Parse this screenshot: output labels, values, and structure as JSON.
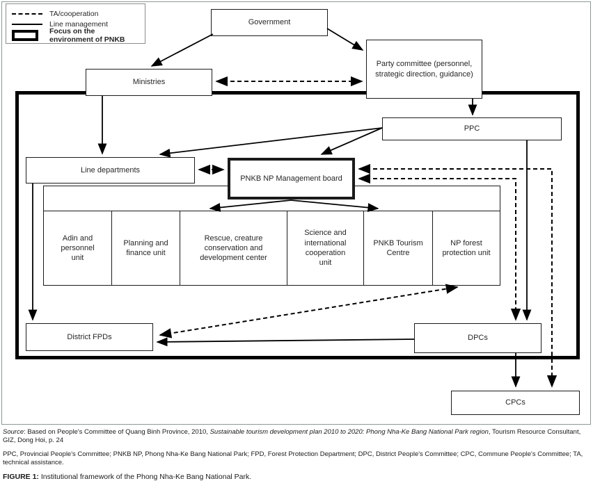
{
  "legend": {
    "items": [
      {
        "swatch": "dashed-line",
        "label": "TA/cooperation"
      },
      {
        "swatch": "solid-line",
        "label": "Line management"
      },
      {
        "swatch": "thick-box",
        "label": "Focus on the environment of PNKB"
      }
    ]
  },
  "nodes": {
    "government": {
      "label": "Government"
    },
    "party_committee": {
      "label": "Party committee (personnel,\nstrategic direction, guidance)"
    },
    "ministries": {
      "label": "Ministries"
    },
    "ppc": {
      "label": "PPC"
    },
    "line_departments": {
      "label": "Line departments"
    },
    "board": {
      "label": "PNKB NP Management board"
    },
    "district_fpds": {
      "label": "District FPDs"
    },
    "dpcs": {
      "label": "DPCs"
    },
    "cpcs": {
      "label": "CPCs"
    }
  },
  "units": [
    {
      "label": "Adin and\npersonnel\nunit"
    },
    {
      "label": "Planning and\nfinance unit"
    },
    {
      "label": "Rescue, creature\nconservation and\ndevelopment center"
    },
    {
      "label": "Science and\ninternational\ncooperation\nunit"
    },
    {
      "label": "PNKB Tourism\nCentre"
    },
    {
      "label": "NP forest\nprotection unit"
    }
  ],
  "footer": {
    "source_word": "Source",
    "source_mid": ": Based on People's Committee of Quang Binh Province, 2010, ",
    "source_title": "Sustainable tourism development plan 2010 to 2020: Phong Nha-Ke Bang National Park region",
    "source_tail": ", Tourism Resource Consultant, GIZ, Dong Hoi, p. 24",
    "abbreviations": "PPC, Provincial People's Committee; PNKB NP, Phong Nha-Ke Bang National Park; FPD, Forest Protection Department; DPC, District People's Committee; CPC, Commune People's Committee; TA, technical assistance.",
    "figure_label": "FIGURE 1:",
    "figure_caption": " Institutional framework of the Phong Nha-Ke Bang National Park."
  },
  "colors": {
    "line": "#000000",
    "box_border": "#1a1a1a",
    "frame": "#8b9a93"
  }
}
